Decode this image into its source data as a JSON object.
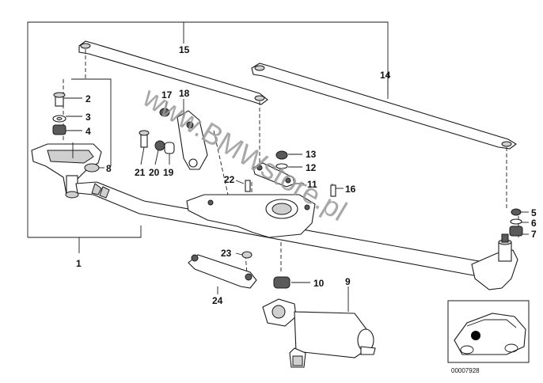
{
  "diagram": {
    "callouts": [
      "1",
      "2",
      "3",
      "4",
      "5",
      "6",
      "7",
      "8",
      "9",
      "10",
      "11",
      "12",
      "13",
      "14",
      "15",
      "16",
      "17",
      "18",
      "19",
      "20",
      "21",
      "22",
      "23",
      "24"
    ],
    "watermark": "www.BMWstore.pl",
    "reference_number": "00007928"
  }
}
